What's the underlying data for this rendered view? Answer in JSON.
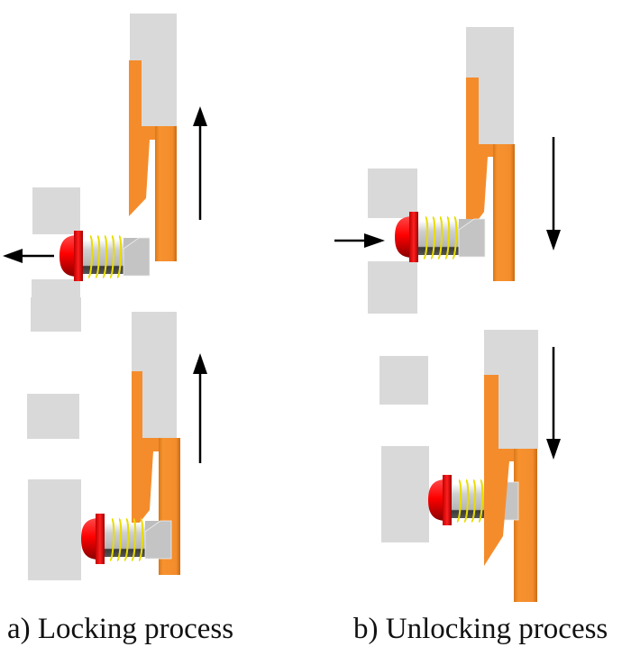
{
  "figure": {
    "captions": {
      "a": "a) Locking process",
      "b": "b) Unlocking process"
    },
    "panels": [
      {
        "id": "a-top",
        "process": "locking",
        "pin_motion": "left",
        "latch_motion": "up"
      },
      {
        "id": "a-bottom",
        "process": "locking",
        "pin_motion": "none",
        "latch_motion": "up"
      },
      {
        "id": "b-top",
        "process": "unlocking",
        "pin_motion": "right",
        "latch_motion": "down"
      },
      {
        "id": "b-bottom",
        "process": "unlocking",
        "pin_motion": "none",
        "latch_motion": "down"
      }
    ],
    "colors": {
      "housing": "#d9d9d9",
      "latch": "#f48c2c",
      "latch_dark": "#c96c14",
      "pin_head": "#e60000",
      "pin_body": "#bdbdbd",
      "spring": "#f0e000",
      "arrow": "#000000"
    }
  }
}
